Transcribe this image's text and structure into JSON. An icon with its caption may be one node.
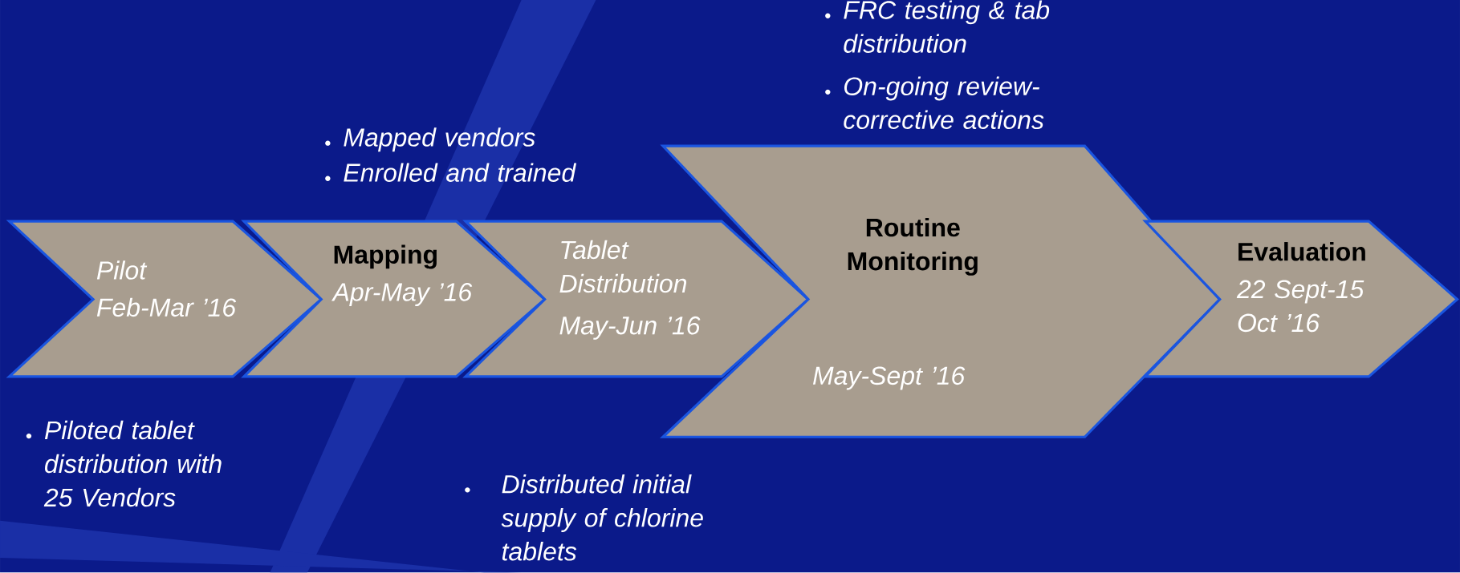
{
  "diagram": {
    "nodes": [
      {
        "text": [
          "Pilot",
          "Feb-Mar ’16"
        ],
        "beside": [
          "Piloted tablet distribution with 25 Vendors"
        ]
      },
      {
        "text": [
          "Mapping",
          "Apr-May ’16"
        ],
        "beside": [
          "Mapped vendors",
          "Enrolled and trained"
        ]
      },
      {
        "text": [
          "Tablet Distribution",
          "May-Jun ’16"
        ]
      },
      {
        "text": [
          "Routine Monitoring",
          "May-Sept ’16"
        ],
        "beside": [
          "FRC testing & tab distribution",
          "On-going review-corrective actions"
        ]
      },
      {
        "text": [
          "Evaluation",
          "22 Sept-15 Oct ’16"
        ]
      }
    ],
    "labels": [
      "Distributed initial supply of chlorine tablets"
    ]
  }
}
